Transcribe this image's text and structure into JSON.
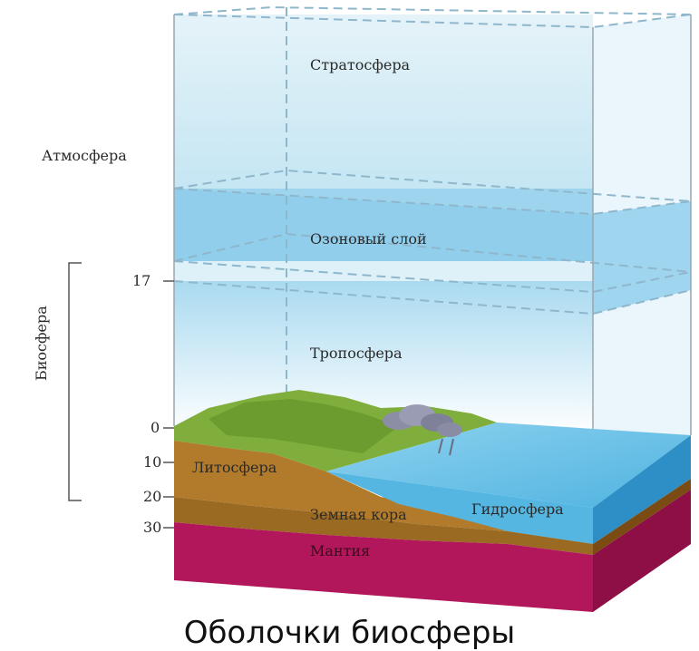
{
  "diagram": {
    "labels": {
      "atmosphere": "Атмосфера",
      "stratosphere": "Стратосфера",
      "ozone_layer": "Озоновый слой",
      "troposphere": "Тропосфера",
      "biosphere": "Биосфера",
      "lithosphere": "Литосфера",
      "crust": "Земная кора",
      "hydrosphere": "Гидросфера",
      "mantle": "Мантия"
    },
    "scale_ticks": [
      "17",
      "0",
      "10",
      "20",
      "30"
    ],
    "caption": "Оболочки биосферы"
  },
  "colors": {
    "sky_top": "#dff1f8",
    "sky": "#c2e6f3",
    "ozone": "#8fd0ee",
    "troposphere": "#bfe3f1",
    "land": "#7ea83a",
    "lithosphere": "#b07a2a",
    "mantle": "#b0185a",
    "water": "#67bfe6",
    "water_dark": "#2a8fc6"
  }
}
